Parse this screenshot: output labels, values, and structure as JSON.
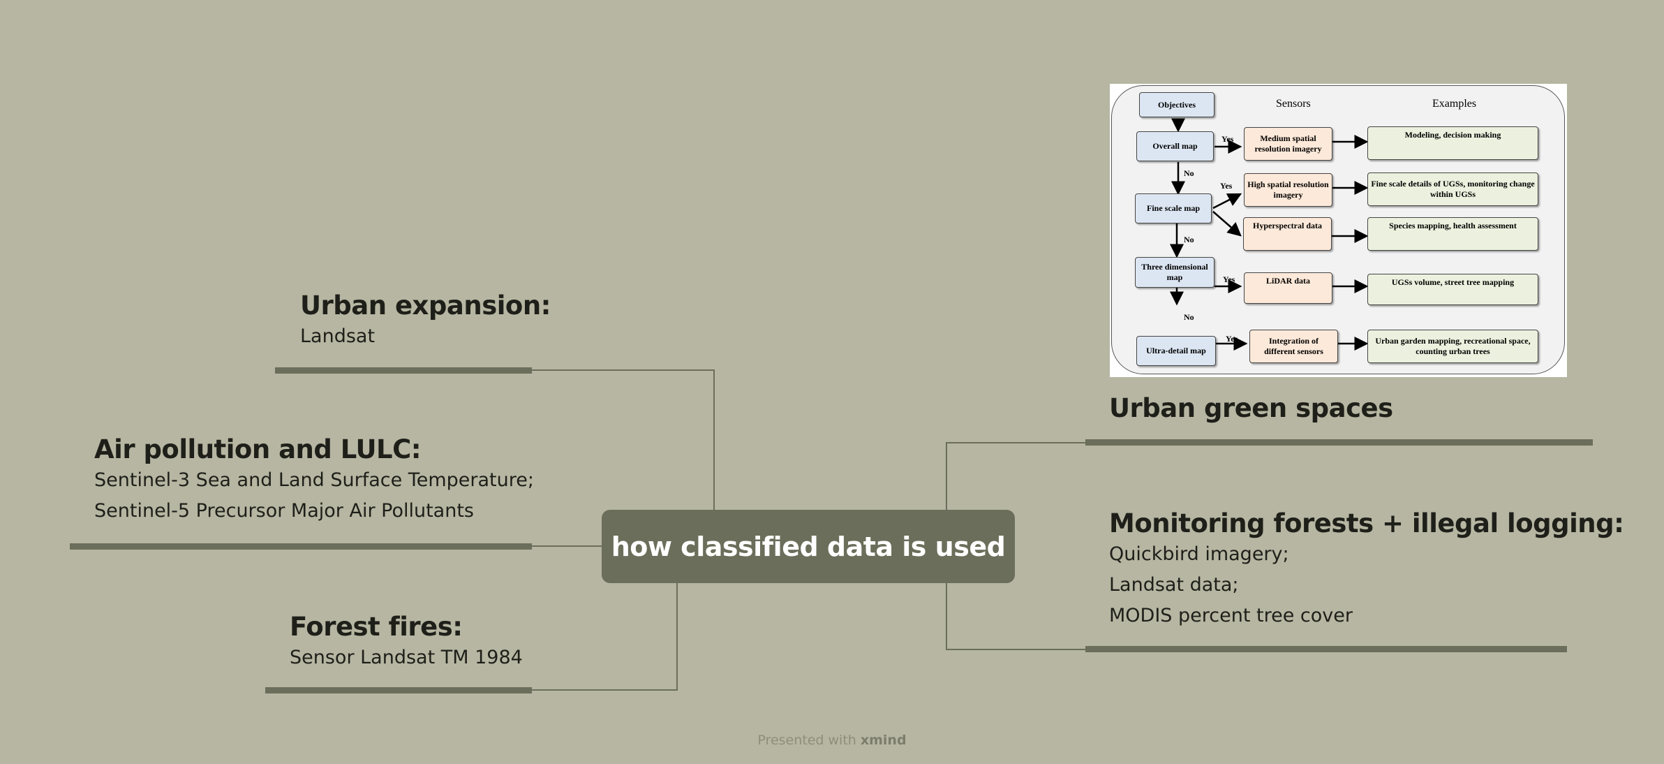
{
  "central": {
    "label": "how classified data is used"
  },
  "left_topics": [
    {
      "title": "Urban expansion:",
      "lines": [
        "Landsat"
      ]
    },
    {
      "title": "Air pollution and LULC:",
      "lines": [
        "Sentinel-3 Sea and Land Surface Temperature;",
        "Sentinel-5 Precursor Major Air Pollutants"
      ]
    },
    {
      "title": "Forest fires:",
      "lines": [
        "Sensor Landsat TM 1984"
      ]
    }
  ],
  "right_topics": [
    {
      "title": "Urban green spaces",
      "lines": []
    },
    {
      "title": "Monitoring forests + illegal logging:",
      "lines": [
        "Quickbird imagery;",
        "Landsat data;",
        "MODIS percent tree cover"
      ]
    }
  ],
  "figure": {
    "headers": {
      "objectives": "Objectives",
      "sensors": "Sensors",
      "examples": "Examples"
    },
    "objectives": [
      "Overall map",
      "Fine scale map",
      "Three dimensional map",
      "Ultra-detail map"
    ],
    "sensors": [
      "Medium spatial resolution imagery",
      "High spatial resolution imagery",
      "Hyperspectral data",
      "LiDAR data",
      "Integration of different sensors"
    ],
    "examples": [
      "Modeling, decision making",
      "Fine scale details of UGSs, monitoring change within UGSs",
      "Species mapping, health assessment",
      "UGSs volume, street tree mapping",
      "Urban garden mapping, recreational space, counting urban trees"
    ],
    "yes_label": "Yes",
    "no_label": "No"
  },
  "footer": {
    "prefix": "Presented with",
    "brand": "xmind"
  },
  "colors": {
    "background": "#b6b6a2",
    "accent": "#6b6e5a",
    "objective_fill": "#dce6f2",
    "sensor_fill": "#fde9d9",
    "example_fill": "#ebf1de"
  }
}
